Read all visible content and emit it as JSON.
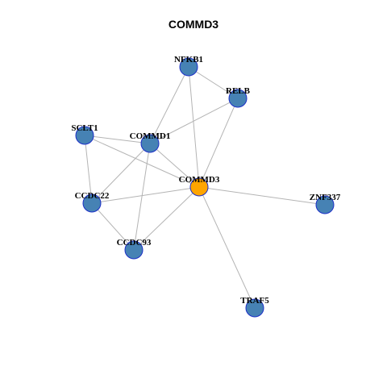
{
  "title": "COMMD3",
  "colors": {
    "node_default": "#4682B4",
    "node_focus": "#FFA500",
    "node_border": "#1C2FC8",
    "edge": "#B4B4B4"
  },
  "nodes": [
    {
      "id": "NFKB1",
      "label": "NFKB1",
      "focus": false
    },
    {
      "id": "RELB",
      "label": "RELB",
      "focus": false
    },
    {
      "id": "SCLT1",
      "label": "SCLT1",
      "focus": false
    },
    {
      "id": "COMMD1",
      "label": "COMMD1",
      "focus": false
    },
    {
      "id": "COMMD3",
      "label": "COMMD3",
      "focus": true
    },
    {
      "id": "CCDC22",
      "label": "CCDC22",
      "focus": false
    },
    {
      "id": "ZNF337",
      "label": "ZNF337",
      "focus": false
    },
    {
      "id": "CCDC93",
      "label": "CCDC93",
      "focus": false
    },
    {
      "id": "TRAF5",
      "label": "TRAF5",
      "focus": false
    }
  ],
  "edges": [
    [
      "NFKB1",
      "RELB"
    ],
    [
      "NFKB1",
      "COMMD1"
    ],
    [
      "NFKB1",
      "COMMD3"
    ],
    [
      "RELB",
      "COMMD1"
    ],
    [
      "RELB",
      "COMMD3"
    ],
    [
      "SCLT1",
      "COMMD1"
    ],
    [
      "SCLT1",
      "COMMD3"
    ],
    [
      "SCLT1",
      "CCDC22"
    ],
    [
      "COMMD1",
      "CCDC22"
    ],
    [
      "COMMD1",
      "CCDC93"
    ],
    [
      "COMMD1",
      "COMMD3"
    ],
    [
      "CCDC22",
      "COMMD3"
    ],
    [
      "CCDC22",
      "CCDC93"
    ],
    [
      "CCDC93",
      "COMMD3"
    ],
    [
      "COMMD3",
      "ZNF337"
    ],
    [
      "COMMD3",
      "TRAF5"
    ]
  ]
}
